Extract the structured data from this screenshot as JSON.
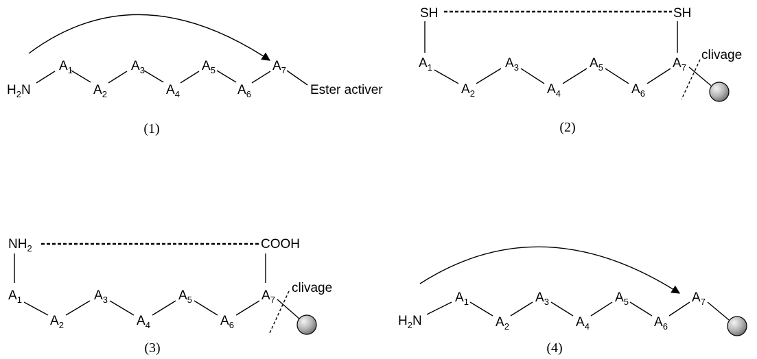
{
  "colors": {
    "ink": "#000000",
    "bead_light": "#f4f4f4",
    "bead_dark": "#6a6a6a"
  },
  "icons": {
    "resin": "resin-bead-icon",
    "arrow": "curved-arrow-icon"
  },
  "panels": [
    {
      "caption": "(1)",
      "chain": [
        "A",
        "A",
        "A",
        "A",
        "A",
        "A",
        "A"
      ],
      "subs": [
        "1",
        "2",
        "3",
        "4",
        "5",
        "6",
        "7"
      ],
      "n_term": "H",
      "n_term_sub": "2",
      "n_term_tail": "N",
      "c_term": "Ester activer"
    },
    {
      "caption": "(2)",
      "chain": [
        "A",
        "A",
        "A",
        "A",
        "A",
        "A",
        "A"
      ],
      "subs": [
        "1",
        "2",
        "3",
        "4",
        "5",
        "6",
        "7"
      ],
      "left_group": "SH",
      "right_group": "SH",
      "cleavage": "clivage"
    },
    {
      "caption": "(3)",
      "chain": [
        "A",
        "A",
        "A",
        "A",
        "A",
        "A",
        "A"
      ],
      "subs": [
        "1",
        "2",
        "3",
        "4",
        "5",
        "6",
        "7"
      ],
      "left_group": "NH",
      "left_group_sub": "2",
      "right_group": "COOH",
      "cleavage": "clivage"
    },
    {
      "caption": "(4)",
      "chain": [
        "A",
        "A",
        "A",
        "A",
        "A",
        "A",
        "A"
      ],
      "subs": [
        "1",
        "2",
        "3",
        "4",
        "5",
        "6",
        "7"
      ],
      "n_term": "H",
      "n_term_sub": "2",
      "n_term_tail": "N"
    }
  ]
}
